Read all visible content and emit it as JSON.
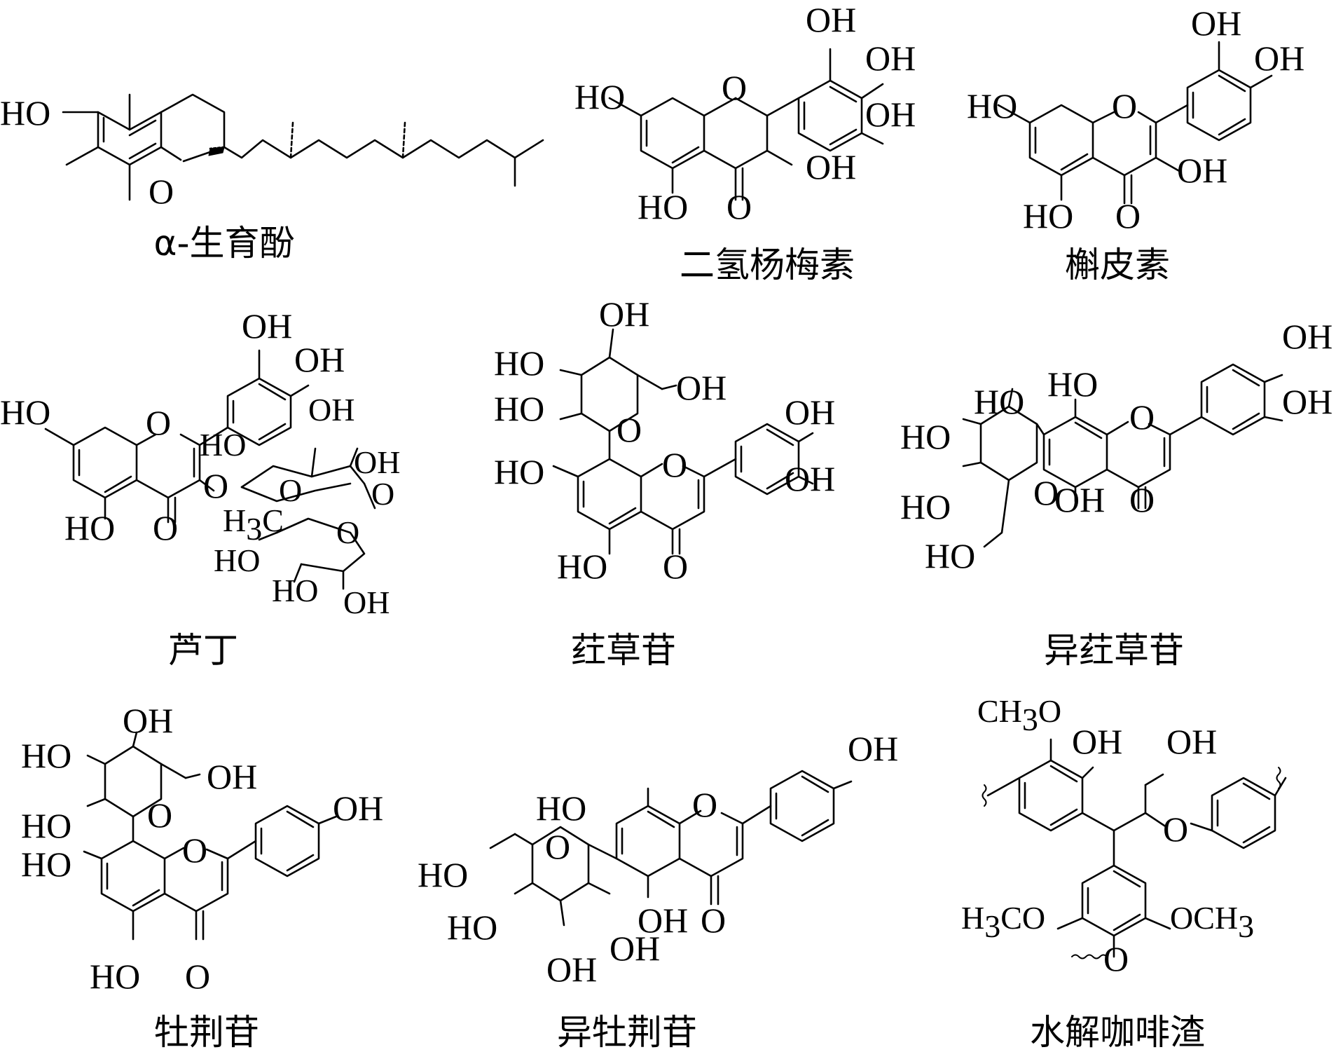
{
  "compounds": [
    {
      "id": "tocopherol",
      "name": "α-生育酚"
    },
    {
      "id": "dihydromyricetin",
      "name": "二氢杨梅素"
    },
    {
      "id": "quercetin",
      "name": "槲皮素"
    },
    {
      "id": "rutin",
      "name": "芦丁"
    },
    {
      "id": "orientin",
      "name": "荭草苷"
    },
    {
      "id": "isoorientin",
      "name": "异荭草苷"
    },
    {
      "id": "vitexin",
      "name": "牡荆苷"
    },
    {
      "id": "isovitexin",
      "name": "异牡荆苷"
    },
    {
      "id": "hydrolyzed_coffee_grounds",
      "name": "水解咖啡渣"
    }
  ],
  "atoms": {
    "ho": "HO",
    "oh": "OH",
    "o": "O",
    "ch3": "CH",
    "sub3": "3",
    "h3c_h": "H",
    "h3c_c": "C",
    "h3co_h": "H",
    "h3co_co": "CO",
    "och3_och": "OCH",
    "ch3o_o": "O"
  }
}
